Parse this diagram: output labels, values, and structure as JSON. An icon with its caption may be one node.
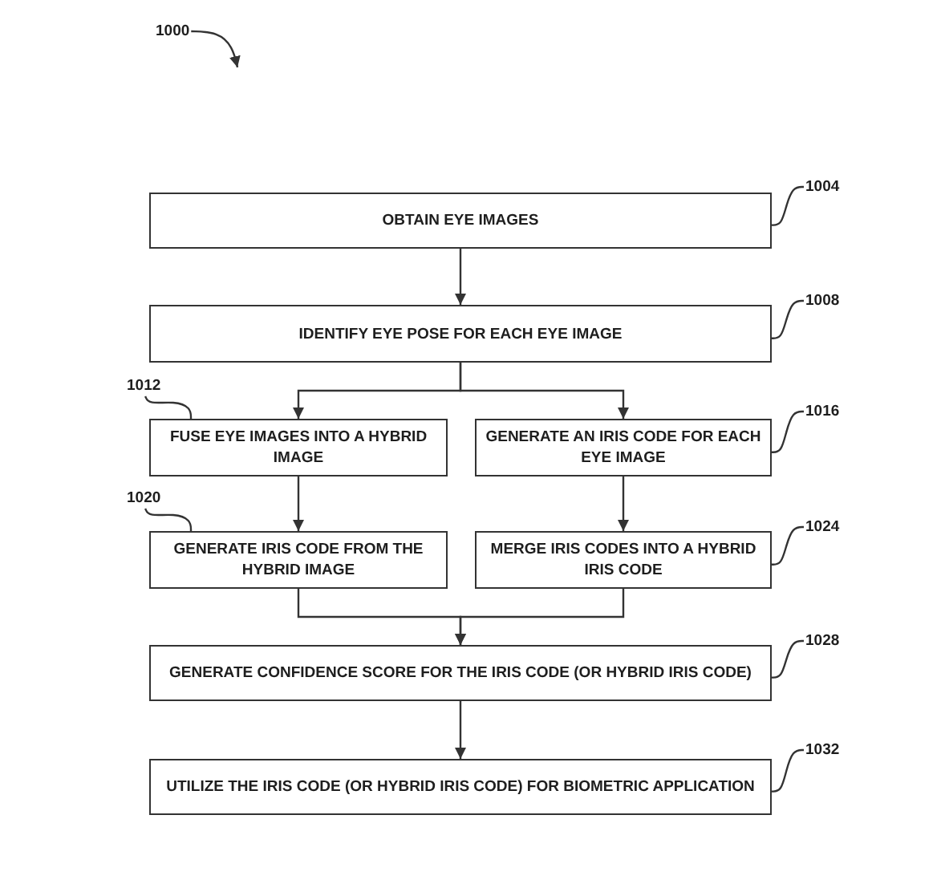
{
  "diagram": {
    "nodes": [
      {
        "text": [
          "1000"
        ]
      },
      {
        "text": [
          "1004"
        ]
      },
      {
        "text": [
          "OBTAIN EYE IMAGES"
        ]
      },
      {
        "text": [
          "1008"
        ]
      },
      {
        "text": [
          "IDENTIFY EYE POSE FOR EACH EYE IMAGE"
        ]
      },
      {
        "text": [
          "1012"
        ]
      },
      {
        "text": [
          "FUSE EYE IMAGES INTO A HYBRID IMAGE"
        ]
      },
      {
        "text": [
          "GENERATE AN IRIS CODE FOR EACH EYE IMAGE"
        ]
      },
      {
        "text": [
          "1016"
        ]
      },
      {
        "text": [
          "1020"
        ]
      },
      {
        "text": [
          "GENERATE IRIS CODE FROM THE HYBRID IMAGE"
        ]
      },
      {
        "text": [
          "MERGE IRIS CODES INTO A HYBRID IRIS CODE"
        ]
      },
      {
        "text": [
          "1024"
        ]
      },
      {
        "text": [
          "1028"
        ]
      },
      {
        "text": [
          "GENERATE CONFIDENCE SCORE FOR THE IRIS CODE (OR HYBRID IRIS CODE)"
        ]
      },
      {
        "text": [
          "1032"
        ]
      },
      {
        "text": [
          "UTILIZE THE IRIS CODE (OR HYBRID IRIS CODE) FOR BIOMETRIC APPLICATION"
        ]
      }
    ],
    "edges": [
      {
        "from": 0,
        "to": null,
        "arrow": "to"
      },
      {
        "from": 1,
        "to": 2,
        "arrow": "none"
      },
      {
        "from": 2,
        "to": 4,
        "arrow": "to"
      },
      {
        "from": 3,
        "to": 4,
        "arrow": "none"
      },
      {
        "from": 4,
        "to": 6,
        "arrow": "to"
      },
      {
        "from": 4,
        "to": 7,
        "arrow": "to"
      },
      {
        "from": 5,
        "to": 6,
        "arrow": "none"
      },
      {
        "from": 8,
        "to": 7,
        "arrow": "none"
      },
      {
        "from": 6,
        "to": 10,
        "arrow": "to"
      },
      {
        "from": 7,
        "to": 11,
        "arrow": "to"
      },
      {
        "from": 9,
        "to": 10,
        "arrow": "none"
      },
      {
        "from": 12,
        "to": 11,
        "arrow": "none"
      },
      {
        "from": 10,
        "to": 14,
        "arrow": "to"
      },
      {
        "from": 11,
        "to": 14,
        "arrow": "to"
      },
      {
        "from": 13,
        "to": 14,
        "arrow": "none"
      },
      {
        "from": 14,
        "to": 16,
        "arrow": "to"
      },
      {
        "from": 15,
        "to": 16,
        "arrow": "none"
      }
    ]
  }
}
